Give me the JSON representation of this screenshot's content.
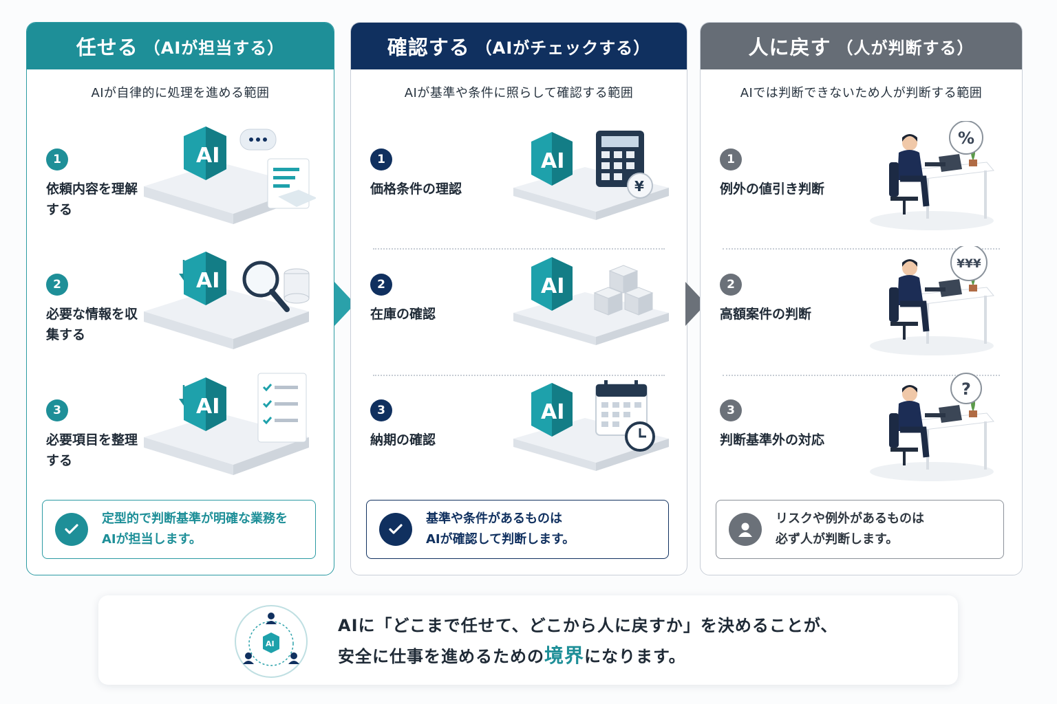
{
  "columns": [
    {
      "title": "任せる",
      "title_sub": "（AIが担当する）",
      "subtitle": "AIが自律的に処理を進める範囲",
      "accent": "#1e8f98",
      "steps": [
        {
          "num": "1",
          "label": "依頼内容を理解する",
          "icon": "ai-chat-document-icon"
        },
        {
          "num": "2",
          "label": "必要な情報を収集する",
          "icon": "ai-search-database-icon"
        },
        {
          "num": "3",
          "label": "必要項目を整理する",
          "icon": "ai-checklist-icon"
        }
      ],
      "note": [
        "定型的で判断基準が明確な業務を",
        "AIが担当します。"
      ],
      "note_icon": "check-icon"
    },
    {
      "title": "確認する",
      "title_sub": "（AIがチェックする）",
      "subtitle": "AIが基準や条件に照らして確認する範囲",
      "accent": "#10305f",
      "steps": [
        {
          "num": "1",
          "label": "価格条件の理認",
          "icon": "ai-calculator-yen-icon"
        },
        {
          "num": "2",
          "label": "在庫の確認",
          "icon": "ai-boxes-icon"
        },
        {
          "num": "3",
          "label": "納期の確認",
          "icon": "ai-calendar-clock-icon"
        }
      ],
      "note": [
        "基準や条件があるものは",
        "AIが確認して判断します。"
      ],
      "note_icon": "check-icon"
    },
    {
      "title": "人に戻す",
      "title_sub": "（人が判断する）",
      "subtitle": "AIでは判断できないため人が判断する範囲",
      "accent": "#666d76",
      "steps": [
        {
          "num": "1",
          "label": "例外の値引き判断",
          "bubble": "%",
          "icon": "person-desk-icon"
        },
        {
          "num": "2",
          "label": "高額案件の判断",
          "bubble": "¥¥¥",
          "icon": "person-desk-icon"
        },
        {
          "num": "3",
          "label": "判断基準外の対応",
          "bubble": "?",
          "icon": "person-desk-icon"
        }
      ],
      "note": [
        "リスクや例外があるものは",
        "必ず人が判断します。"
      ],
      "note_icon": "person-icon"
    }
  ],
  "ai_label": "AI",
  "yen_symbol": "¥",
  "bottom": {
    "line1": "AIに「どこまで任せて、どこから人に戻すか」を決めることが、",
    "line2_pre": "安全に仕事を進めるための",
    "line2_highlight": "境界",
    "line2_post": "になります。",
    "icon": "ai-people-network-icon",
    "icon_label": "AI"
  }
}
